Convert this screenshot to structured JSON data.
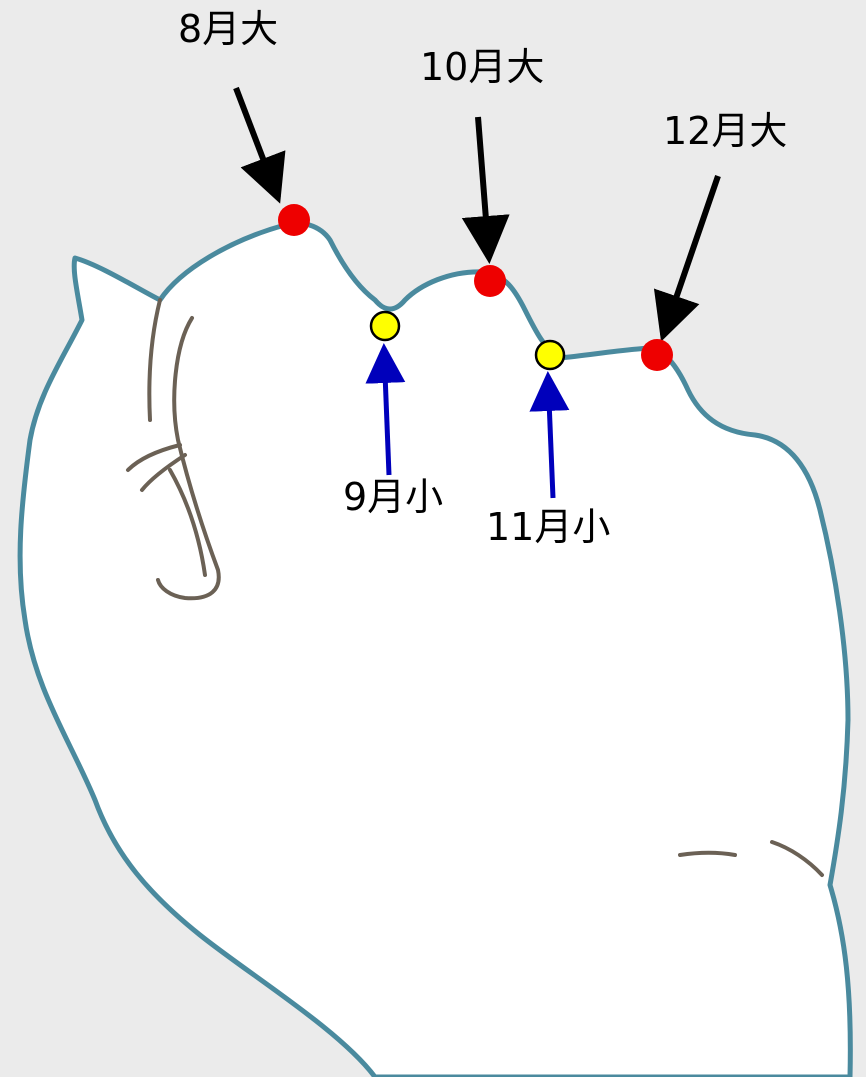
{
  "labels": {
    "aug": "8月大",
    "oct": "10月大",
    "dec": "12月大",
    "sep": "9月小",
    "nov": "11月小"
  },
  "colors": {
    "background": "#ebebeb",
    "hand_fill": "#ffffff",
    "hand_outline": "#4a8a9e",
    "finger_lines": "#6b6155",
    "big_month_dot": "#ee0000",
    "small_month_dot": "#ffff00",
    "big_month_arrow": "#000000",
    "small_month_arrow": "#0000bb"
  }
}
